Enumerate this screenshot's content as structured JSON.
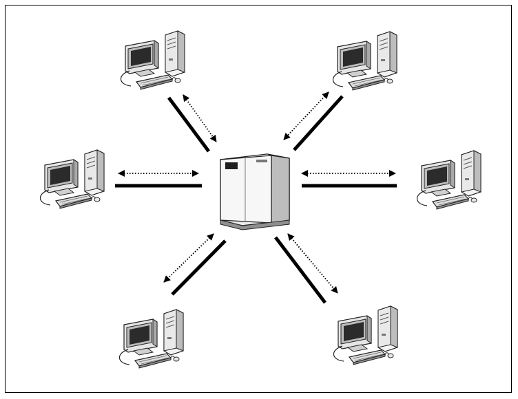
{
  "diagram": {
    "hub": {
      "icon": "server-icon"
    },
    "clients": [
      {
        "id": "top-left",
        "icon": "desktop-computer-icon"
      },
      {
        "id": "top-right",
        "icon": "desktop-computer-icon"
      },
      {
        "id": "left",
        "icon": "desktop-computer-icon"
      },
      {
        "id": "right",
        "icon": "desktop-computer-icon"
      },
      {
        "id": "bottom-left",
        "icon": "desktop-computer-icon"
      },
      {
        "id": "bottom-right",
        "icon": "desktop-computer-icon"
      }
    ],
    "colors": {
      "line": "#000000",
      "device_light": "#f2f2f2",
      "device_mid": "#cfcfcf",
      "device_dark": "#9a9a9a",
      "screen": "#2b2b2b"
    }
  }
}
